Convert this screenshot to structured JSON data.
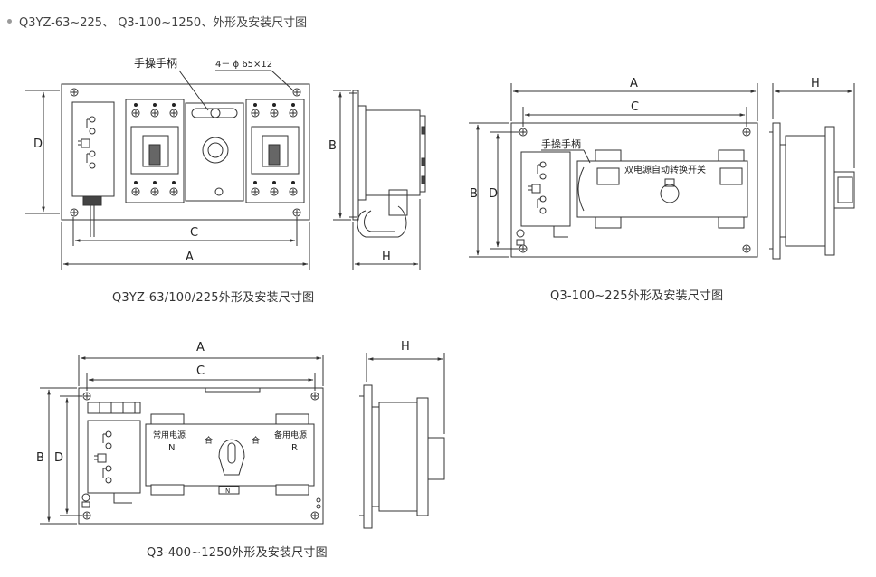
{
  "header": {
    "title": "Q3YZ-63~225、 Q3-100~1250、外形及安装尺寸图"
  },
  "captions": {
    "d1": "Q3YZ-63/100/225外形及安装尺寸图",
    "d2": "Q3-100~225外形及安装尺寸图",
    "d3": "Q3-400~1250外形及安装尺寸图"
  },
  "labels": {
    "handle": "手操手柄",
    "holes": "4－ ϕ 65×12",
    "dim_a": "A",
    "dim_b": "B",
    "dim_c": "C",
    "dim_d": "D",
    "dim_h": "H",
    "switch_name": "双电源自动转换开关",
    "normal_power": "常用电源",
    "backup_power": "备用电源",
    "n": "N",
    "r": "R",
    "he": "合",
    "n_badge": "N"
  },
  "colors": {
    "line": "#333333",
    "fill": "#ffffff",
    "dark": "#222222"
  }
}
